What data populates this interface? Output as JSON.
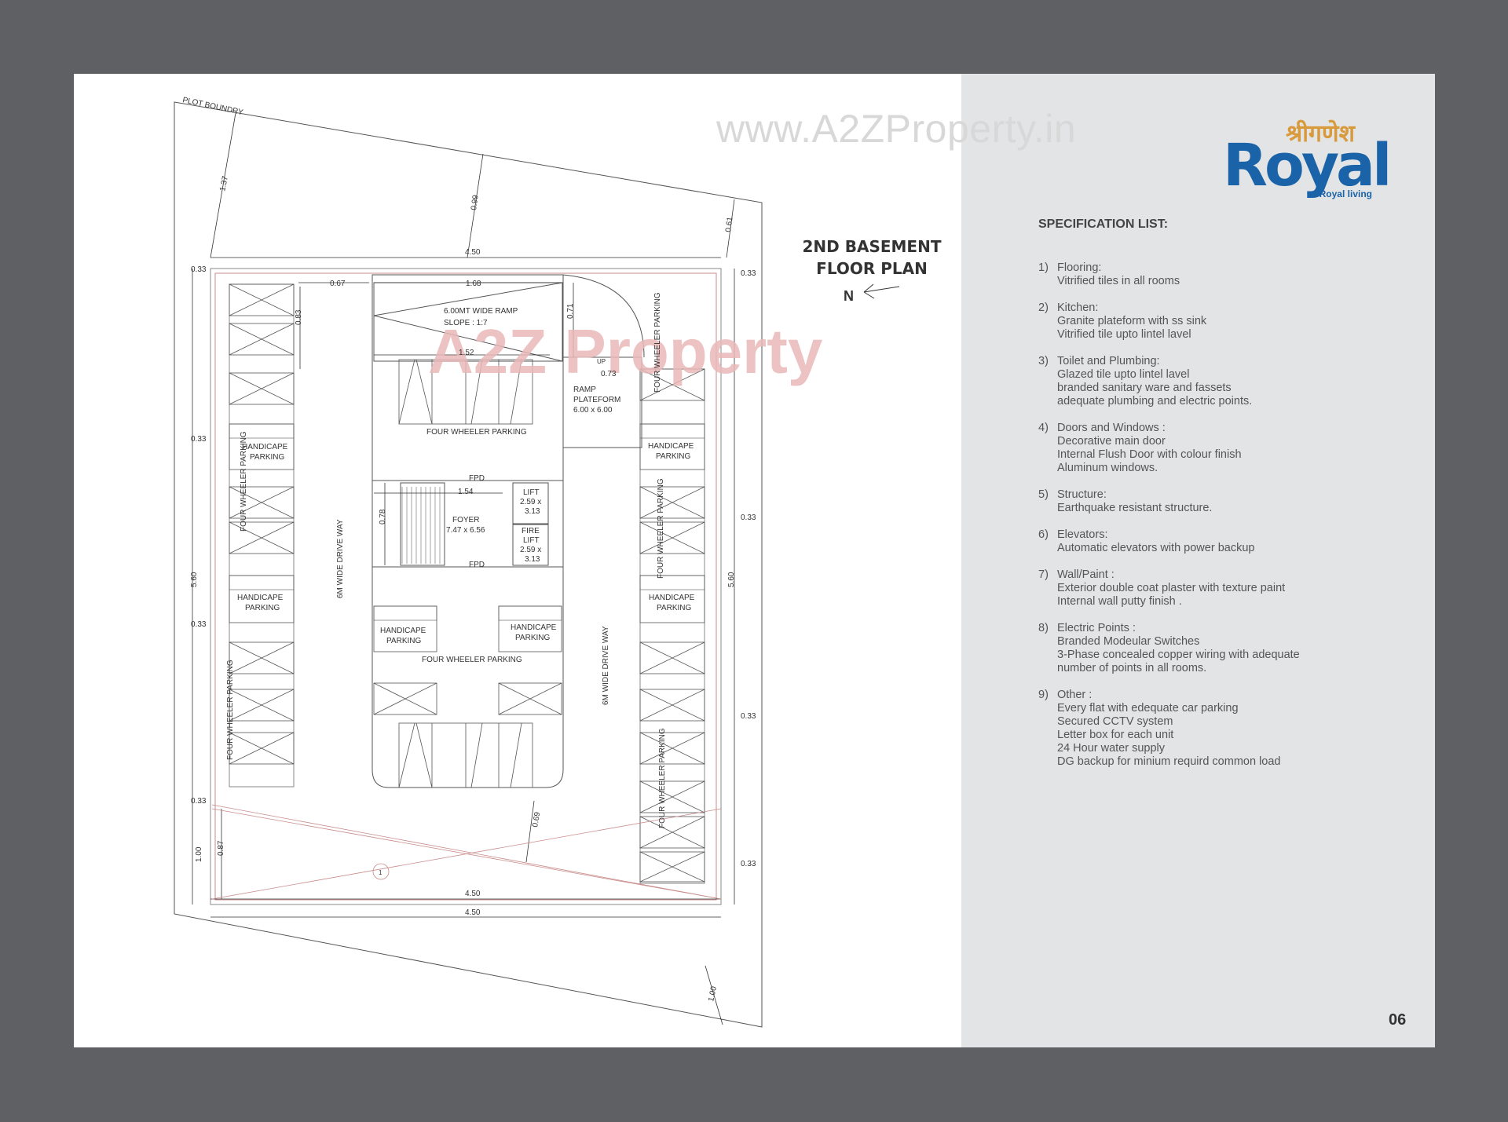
{
  "watermark": "www.A2ZProperty.in",
  "watermark_center": "A2Z Property",
  "logo": {
    "top_text": "श्रीगणेश",
    "main_text": "Royal",
    "tagline": "Royal living"
  },
  "plan_title": {
    "line1": "2ND BASEMENT",
    "line2": "FLOOR PLAN",
    "north": "N"
  },
  "plan_labels": {
    "plot_boundary": "PLOT BOUNDRY",
    "ramp": "6.00MT WIDE RAMP",
    "slope": "SLOPE : 1:7",
    "ramp_plateform": [
      "RAMP",
      "PLATEFORM",
      "6.00 x 6.00"
    ],
    "up": "UP",
    "four_wheeler_parking": "FOUR WHEELER PARKING",
    "handicape": "HANDICAPE",
    "parking": "PARKING",
    "fpd": "FPD",
    "lift": [
      "LIFT",
      "2.59 x",
      "3.13"
    ],
    "fire_lift": [
      "FIRE",
      "LIFT",
      "2.59 x",
      "3.13"
    ],
    "foyer": [
      "FOYER",
      "7.47 x 6.56"
    ],
    "drive_way": "6M WIDE DRIVE WAY",
    "marker": "1"
  },
  "dimensions": {
    "d137": "1.37",
    "d099": "0.99",
    "d061": "0.61",
    "d450": "4.50",
    "d033": "0.33",
    "d067": "0.67",
    "d168": "1.68",
    "d083": "0.83",
    "d071": "0.71",
    "d152": "1.52",
    "d073": "0.73",
    "d154": "1.54",
    "d078": "0.78",
    "d560": "5.60",
    "d069": "0.69",
    "d100": "1.00",
    "d087": "0.87"
  },
  "spec": {
    "heading": "SPECIFICATION LIST:",
    "items": [
      {
        "num": "1)",
        "title": "Flooring:",
        "lines": [
          "Vitrified tiles in all rooms"
        ]
      },
      {
        "num": "2)",
        "title": "Kitchen:",
        "lines": [
          "Granite plateform with ss sink",
          "Vitrified tile upto lintel lavel"
        ]
      },
      {
        "num": "3)",
        "title": "Toilet and Plumbing:",
        "lines": [
          "Glazed tile upto lintel lavel",
          "branded sanitary  ware and fassets",
          "adequate plumbing and electric points."
        ]
      },
      {
        "num": "4)",
        "title": "Doors and Windows :",
        "lines": [
          "Decorative main door",
          "Internal Flush Door with colour finish",
          "Aluminum windows."
        ]
      },
      {
        "num": "5)",
        "title": "Structure:",
        "lines": [
          "Earthquake resistant structure."
        ]
      },
      {
        "num": "6)",
        "title": "Elevators:",
        "lines": [
          "Automatic elevators with power backup"
        ]
      },
      {
        "num": "7)",
        "title": "Wall/Paint :",
        "lines": [
          "Exterior double coat plaster with texture paint",
          "Internal wall putty finish ."
        ]
      },
      {
        "num": "8)",
        "title": "Electric Points :",
        "lines": [
          "Branded Modeular Switches",
          "3-Phase concealed copper wiring with adequate",
          "number of points in all rooms."
        ]
      },
      {
        "num": "9)",
        "title": "Other :",
        "lines": [
          "Every flat with edequate car parking",
          "Secured CCTV system",
          "Letter box for each unit",
          "24 Hour water supply",
          "DG backup for minium requird common load"
        ]
      }
    ]
  },
  "page_number": "06",
  "colors": {
    "background": "#5f6064",
    "panel": "#e3e4e6",
    "logo_blue": "#1a63a8",
    "logo_gold": "#d89a3b",
    "red_line": "#c98b8b"
  }
}
